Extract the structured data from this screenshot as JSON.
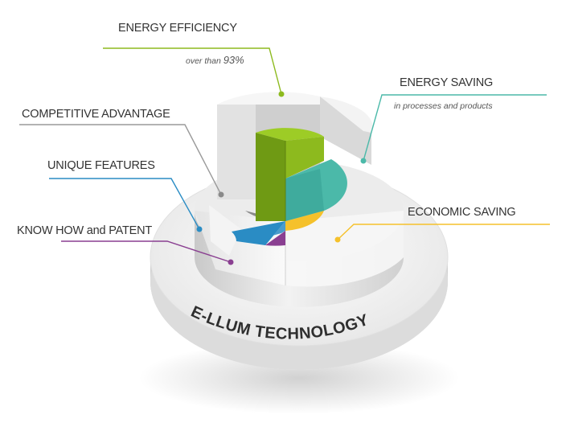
{
  "title": "E-LLUM TECHNOLOGY",
  "colors": {
    "energy_efficiency": "#8dba1e",
    "energy_saving": "#4bb9a9",
    "economic_saving": "#f5c12b",
    "know_how": "#8a3f91",
    "unique_features": "#2a8cc4",
    "competitive_advantage": "#8a8a8a"
  },
  "labels": {
    "energy_efficiency": {
      "title": "ENERGY EFFICIENCY",
      "sub_prefix": "over than",
      "sub_value": "93%"
    },
    "energy_saving": {
      "title": "ENERGY SAVING",
      "sub": "in processes and products"
    },
    "competitive_advantage": {
      "title": "COMPETITIVE ADVANTAGE"
    },
    "unique_features": {
      "title": "UNIQUE FEATURES"
    },
    "economic_saving": {
      "title": "ECONOMIC SAVING"
    },
    "know_how": {
      "title": "KNOW HOW and PATENT"
    }
  }
}
